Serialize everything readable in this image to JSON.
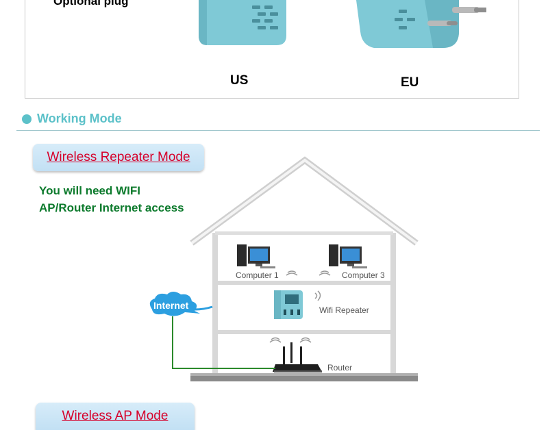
{
  "plug_section": {
    "optional_label": "Optional plug",
    "us_label": "US",
    "eu_label": "EU"
  },
  "working_mode": {
    "title": "Working Mode"
  },
  "repeater_mode": {
    "title": "Wireless Repeater Mode",
    "need_line1": "You will need WIFI",
    "need_line2": "AP/Router Internet access"
  },
  "diagram": {
    "computer1": "Computer 1",
    "computer3": "Computer 3",
    "internet": "Internet",
    "wifi_repeater": "Wifi Repeater",
    "router": "Router"
  },
  "ap_mode": {
    "title": "Wireless AP Mode"
  },
  "colors": {
    "accent": "#5cc1c9",
    "red_title": "#d6002a",
    "green_text": "#0c7a2c",
    "device_blue": "#7fc9d6"
  }
}
